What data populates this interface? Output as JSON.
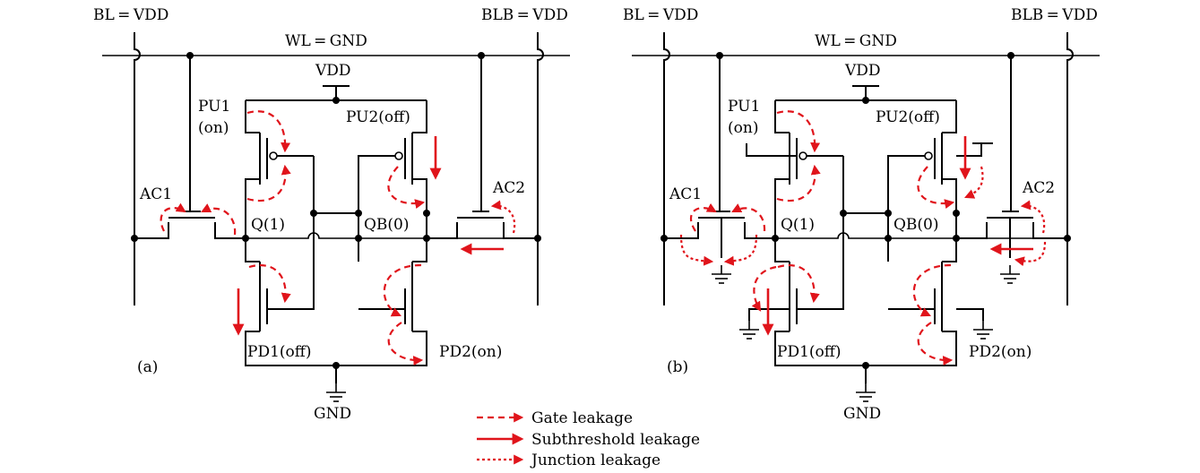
{
  "labels": {
    "bl": "BL = VDD",
    "blb": "BLB = VDD",
    "wl": "WL = GND",
    "vdd": "VDD",
    "gnd": "GND",
    "pu1_a": "PU1",
    "pu1_b": "(on)",
    "pu2": "PU2(off)",
    "ac1": "AC1",
    "ac2": "AC2",
    "q": "Q(1)",
    "qb": "QB(0)",
    "pd1": "PD1(off)",
    "pd2": "PD2(on)"
  },
  "panels": [
    {
      "label": "(a)"
    },
    {
      "label": "(b)"
    }
  ],
  "legend": [
    {
      "style": "dashed",
      "label": "Gate leakage"
    },
    {
      "style": "solid",
      "label": "Subthreshold leakage"
    },
    {
      "style": "dotted",
      "label": "Junction leakage"
    }
  ],
  "colors": {
    "leakage": "#e0141b",
    "wire": "#000000"
  }
}
